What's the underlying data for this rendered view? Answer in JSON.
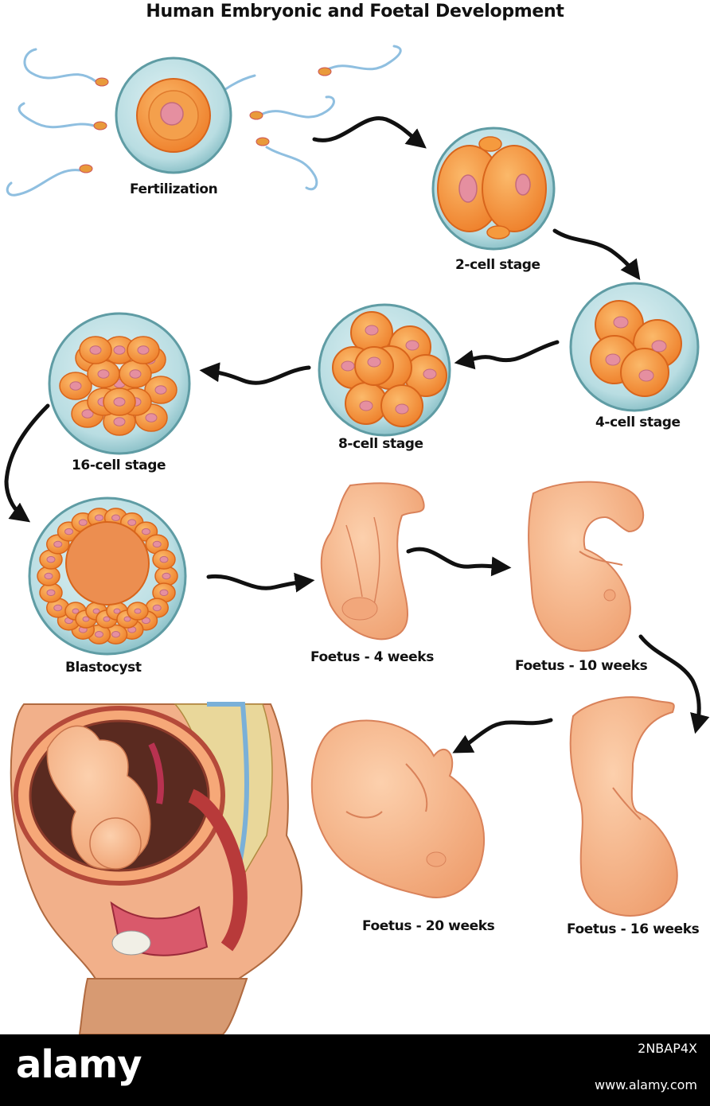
{
  "title": "Human Embryonic and Foetal Development",
  "stages": [
    {
      "id": "fertilization",
      "label": "Fertilization"
    },
    {
      "id": "2-cell",
      "label": "2-cell stage"
    },
    {
      "id": "4-cell",
      "label": "4-cell stage"
    },
    {
      "id": "8-cell",
      "label": "8-cell stage"
    },
    {
      "id": "16-cell",
      "label": "16-cell stage"
    },
    {
      "id": "blastocyst",
      "label": "Blastocyst"
    },
    {
      "id": "foetus-4",
      "label": "Foetus - 4 weeks"
    },
    {
      "id": "foetus-10",
      "label": "Foetus - 10 weeks"
    },
    {
      "id": "foetus-16",
      "label": "Foetus - 16 weeks"
    },
    {
      "id": "foetus-20",
      "label": "Foetus - 20 weeks"
    }
  ],
  "footer": {
    "brand": "alamy",
    "image_id": "2NBAP4X",
    "url": "www.alamy.com"
  },
  "colors": {
    "zona": "#b9dde2",
    "zona_edge": "#5f9ca4",
    "cell": "#f59a3e",
    "cell_edge": "#d8651c",
    "nucleus": "#e58fa0",
    "skin": "#f7b48a",
    "skin_edge": "#d9825a",
    "arrow": "#111111"
  }
}
